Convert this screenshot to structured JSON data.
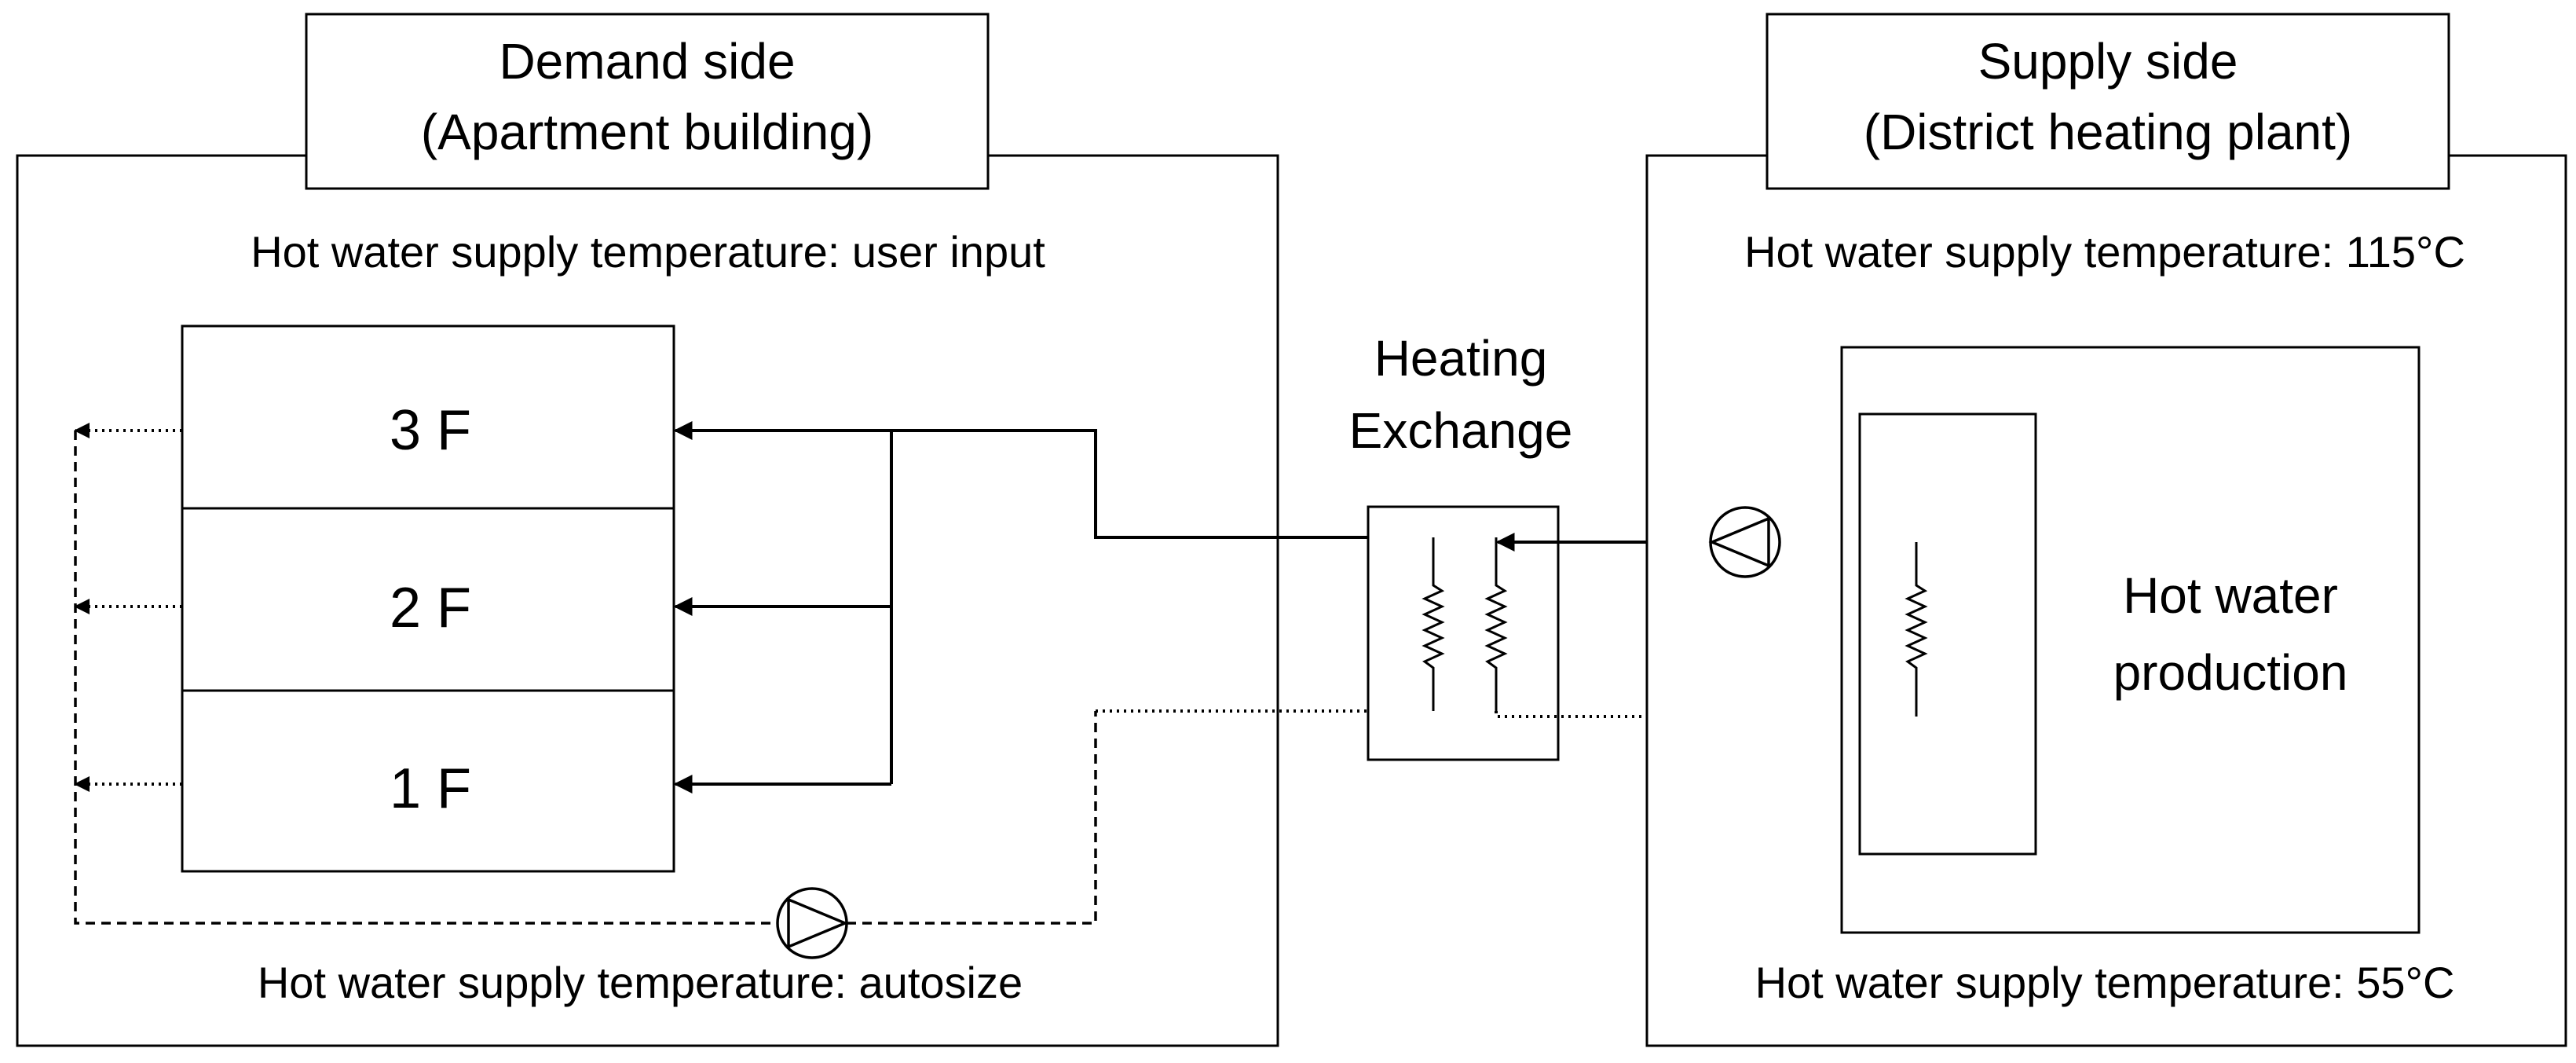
{
  "demand": {
    "title_line1": "Demand side",
    "title_line2": "(Apartment building)",
    "top_label": "Hot water supply temperature: user input",
    "bottom_label": "Hot water supply temperature: autosize",
    "floors": [
      "3 F",
      "2 F",
      "1 F"
    ]
  },
  "exchanger": {
    "line1": "Heating",
    "line2": "Exchange"
  },
  "supply": {
    "title_line1": "Supply side",
    "title_line2": "(District heating plant)",
    "top_label": "Hot water supply temperature: 115°C",
    "bottom_label": "Hot water supply temperature: 55°C",
    "production_line1": "Hot water",
    "production_line2": "production"
  },
  "icons": [
    "pump-icon",
    "heating-coil-icon",
    "arrowhead-icon"
  ]
}
